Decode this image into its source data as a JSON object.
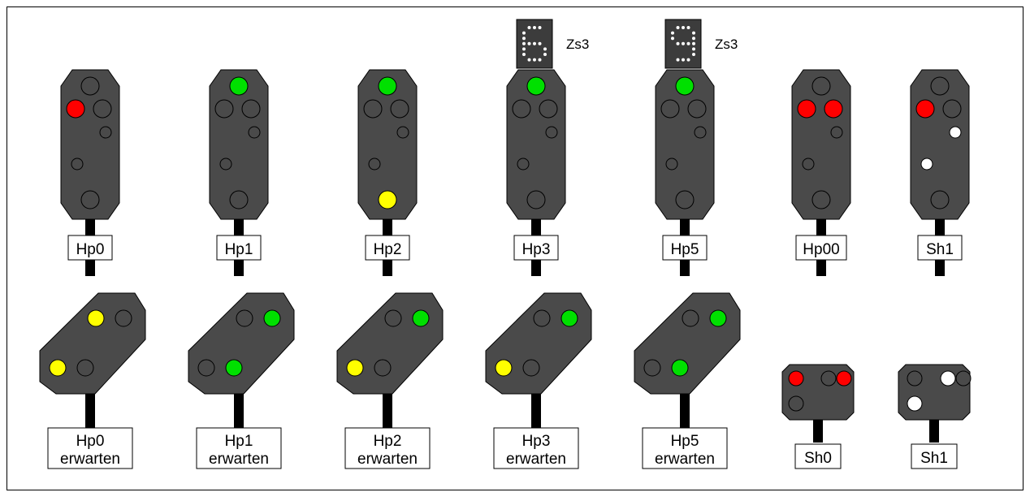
{
  "colors": {
    "housing": "#4a4a4a",
    "lamp_off": "#4a4a4a",
    "lamp_outline": "#000000",
    "red": "#ff0000",
    "green": "#00e000",
    "yellow": "#ffff00",
    "white": "#ffffff",
    "post": "#000000",
    "zs3_panel": "#3c3c3c",
    "zs3_dots": "#ffffff"
  },
  "main_signals": [
    {
      "label": "Hp0",
      "lamps": {
        "top": "off",
        "red_left": "red",
        "red_right": "off",
        "small_right": "off",
        "small_left": "off",
        "bottom": "off"
      },
      "zs3": null
    },
    {
      "label": "Hp1",
      "lamps": {
        "top": "green",
        "red_left": "off",
        "red_right": "off",
        "small_right": "off",
        "small_left": "off",
        "bottom": "off"
      },
      "zs3": null
    },
    {
      "label": "Hp2",
      "lamps": {
        "top": "green",
        "red_left": "off",
        "red_right": "off",
        "small_right": "off",
        "small_left": "off",
        "bottom": "yellow"
      },
      "zs3": null
    },
    {
      "label": "Hp3",
      "lamps": {
        "top": "green",
        "red_left": "off",
        "red_right": "off",
        "small_right": "off",
        "small_left": "off",
        "bottom": "off"
      },
      "zs3": {
        "digit": "6",
        "label": "Zs3"
      }
    },
    {
      "label": "Hp5",
      "lamps": {
        "top": "green",
        "red_left": "off",
        "red_right": "off",
        "small_right": "off",
        "small_left": "off",
        "bottom": "off"
      },
      "zs3": {
        "digit": "9",
        "label": "Zs3"
      }
    },
    {
      "label": "Hp00",
      "lamps": {
        "top": "off",
        "red_left": "red",
        "red_right": "red",
        "small_right": "off",
        "small_left": "off",
        "bottom": "off"
      },
      "zs3": null
    },
    {
      "label": "Sh1",
      "lamps": {
        "top": "off",
        "red_left": "red",
        "red_right": "off",
        "small_right": "white",
        "small_left": "white",
        "bottom": "off"
      },
      "zs3": null
    }
  ],
  "distant_signals": [
    {
      "label_line1": "Hp0",
      "label_line2": "erwarten",
      "lamps": {
        "ur_left": "yellow",
        "ur_right": "off",
        "ll_left": "yellow",
        "ll_right": "off"
      }
    },
    {
      "label_line1": "Hp1",
      "label_line2": "erwarten",
      "lamps": {
        "ur_left": "off",
        "ur_right": "green",
        "ll_left": "off",
        "ll_right": "green"
      }
    },
    {
      "label_line1": "Hp2",
      "label_line2": "erwarten",
      "lamps": {
        "ur_left": "off",
        "ur_right": "green",
        "ll_left": "yellow",
        "ll_right": "off"
      }
    },
    {
      "label_line1": "Hp3",
      "label_line2": "erwarten",
      "lamps": {
        "ur_left": "off",
        "ur_right": "green",
        "ll_left": "yellow",
        "ll_right": "off"
      }
    },
    {
      "label_line1": "Hp5",
      "label_line2": "erwarten",
      "lamps": {
        "ur_left": "off",
        "ur_right": "green",
        "ll_left": "off",
        "ll_right": "green"
      }
    }
  ],
  "shunt_signals": [
    {
      "label": "Sh0",
      "lamps": {
        "top_left": "red",
        "top_mid": "off",
        "top_right": "red",
        "bottom_left": "off"
      }
    },
    {
      "label": "Sh1",
      "lamps": {
        "top_left": "off",
        "top_mid": "white",
        "top_right": "off",
        "bottom_left": "white"
      }
    }
  ]
}
